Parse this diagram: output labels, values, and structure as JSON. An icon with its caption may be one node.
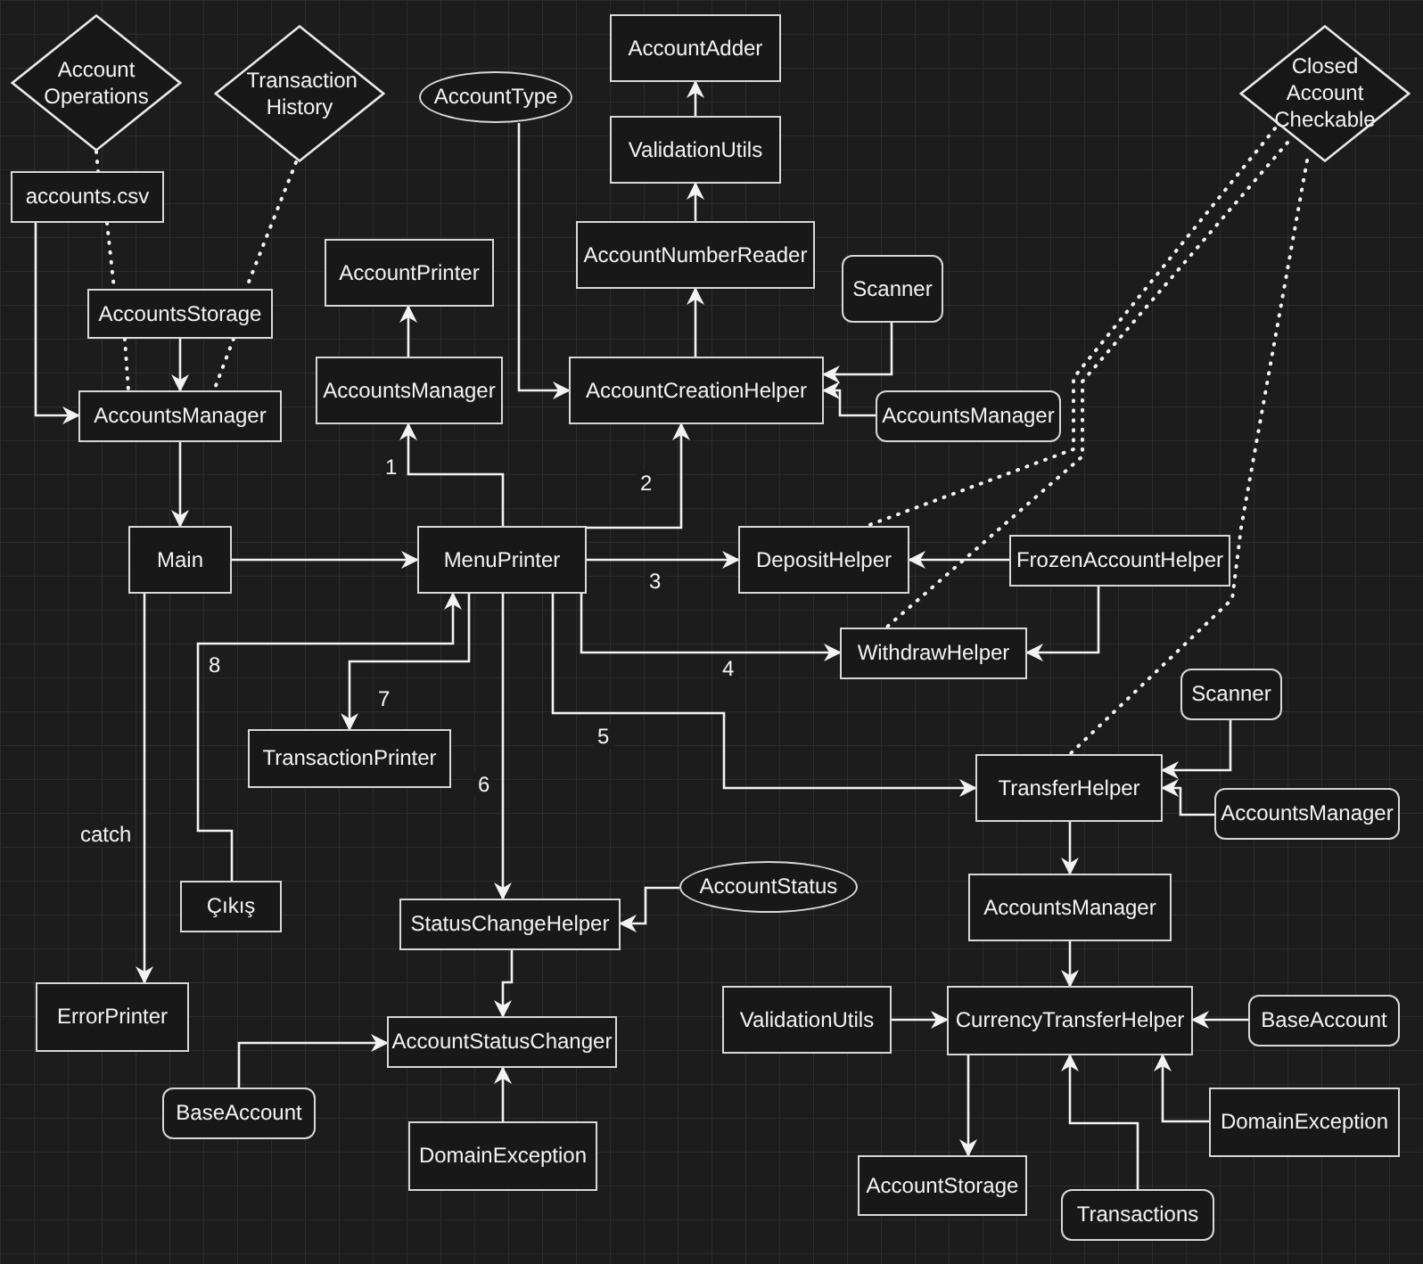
{
  "diagram": {
    "nodes": [
      {
        "text": [
          "Account Operations"
        ]
      },
      {
        "text": [
          "Transaction History"
        ]
      },
      {
        "text": [
          "AccountType"
        ]
      },
      {
        "text": [
          "AccountAdder"
        ]
      },
      {
        "text": [
          "ValidationUtils"
        ]
      },
      {
        "text": [
          "AccountNumberReader"
        ]
      },
      {
        "text": [
          "Closed Account Checkable"
        ]
      },
      {
        "text": [
          "accounts.csv"
        ]
      },
      {
        "text": [
          "AccountPrinter"
        ]
      },
      {
        "text": [
          "Scanner"
        ]
      },
      {
        "text": [
          "AccountsStorage"
        ]
      },
      {
        "text": [
          "AccountsManager"
        ]
      },
      {
        "text": [
          "AccountsManager"
        ]
      },
      {
        "text": [
          "AccountCreationHelper"
        ]
      },
      {
        "text": [
          "AccountsManager"
        ]
      },
      {
        "text": [
          "Main"
        ]
      },
      {
        "text": [
          "MenuPrinter"
        ]
      },
      {
        "text": [
          "DepositHelper"
        ]
      },
      {
        "text": [
          "FrozenAccountHelper"
        ]
      },
      {
        "text": [
          "WithdrawHelper"
        ]
      },
      {
        "text": [
          "TransactionPrinter"
        ]
      },
      {
        "text": [
          "Scanner"
        ]
      },
      {
        "text": [
          "TransferHelper"
        ]
      },
      {
        "text": [
          "AccountsManager"
        ]
      },
      {
        "text": [
          "Çıkış"
        ]
      },
      {
        "text": [
          "AccountStatus"
        ]
      },
      {
        "text": [
          "StatusChangeHelper"
        ]
      },
      {
        "text": [
          "AccountsManager"
        ]
      },
      {
        "text": [
          "ErrorPrinter"
        ]
      },
      {
        "text": [
          "ValidationUtils"
        ]
      },
      {
        "text": [
          "CurrencyTransferHelper"
        ]
      },
      {
        "text": [
          "BaseAccount"
        ]
      },
      {
        "text": [
          "AccountStatusChanger"
        ]
      },
      {
        "text": [
          "BaseAccount"
        ]
      },
      {
        "text": [
          "DomainException"
        ]
      },
      {
        "text": [
          "DomainException"
        ]
      },
      {
        "text": [
          "AccountStorage"
        ]
      },
      {
        "text": [
          "Transactions"
        ]
      }
    ],
    "edges": [
      {
        "from": 7,
        "to": 11,
        "arrow": "to"
      },
      {
        "from": 10,
        "to": 11,
        "arrow": "to"
      },
      {
        "from": 0,
        "to": 7,
        "arrow": "none",
        "style": "dashed"
      },
      {
        "from": 7,
        "to": 10,
        "arrow": "none",
        "style": "dashed"
      },
      {
        "from": 10,
        "to": 11,
        "arrow": "none",
        "style": "dashed"
      },
      {
        "from": 1,
        "to": 10,
        "arrow": "none",
        "style": "dashed"
      },
      {
        "from": 10,
        "to": 11,
        "arrow": "none",
        "style": "dashed"
      },
      {
        "from": 2,
        "to": 13,
        "arrow": "to"
      },
      {
        "from": 13,
        "to": 5,
        "arrow": "to"
      },
      {
        "from": 5,
        "to": 4,
        "arrow": "to"
      },
      {
        "from": 4,
        "to": 3,
        "arrow": "to"
      },
      {
        "from": 12,
        "to": 8,
        "arrow": "to"
      },
      {
        "from": 16,
        "to": 12,
        "arrow": "to",
        "label": "1"
      },
      {
        "from": 16,
        "to": 13,
        "arrow": "to",
        "label": "2"
      },
      {
        "from": 9,
        "to": 13,
        "arrow": "to"
      },
      {
        "from": 14,
        "to": 13,
        "arrow": "to"
      },
      {
        "from": 11,
        "to": 15,
        "arrow": "to"
      },
      {
        "from": 15,
        "to": 16,
        "arrow": "to"
      },
      {
        "from": 16,
        "to": 17,
        "arrow": "to",
        "label": "3"
      },
      {
        "from": 16,
        "to": 19,
        "arrow": "to",
        "label": "4"
      },
      {
        "from": 16,
        "to": 22,
        "arrow": "to",
        "label": "5"
      },
      {
        "from": 16,
        "to": 26,
        "arrow": "to",
        "label": "6"
      },
      {
        "from": 16,
        "to": 20,
        "arrow": "to",
        "label": "7"
      },
      {
        "from": 24,
        "to": 16,
        "arrow": "to",
        "label": "8"
      },
      {
        "from": 15,
        "to": 28,
        "arrow": "to",
        "label": "catch"
      },
      {
        "from": 18,
        "to": 17,
        "arrow": "to"
      },
      {
        "from": 18,
        "to": 19,
        "arrow": "to"
      },
      {
        "from": 6,
        "to": 17,
        "arrow": "none",
        "style": "dashed"
      },
      {
        "from": 6,
        "to": 19,
        "arrow": "none",
        "style": "dashed"
      },
      {
        "from": 6,
        "to": 22,
        "arrow": "none",
        "style": "dashed"
      },
      {
        "from": 21,
        "to": 22,
        "arrow": "to"
      },
      {
        "from": 23,
        "to": 22,
        "arrow": "to"
      },
      {
        "from": 22,
        "to": 27,
        "arrow": "to"
      },
      {
        "from": 27,
        "to": 30,
        "arrow": "to"
      },
      {
        "from": 29,
        "to": 30,
        "arrow": "to"
      },
      {
        "from": 31,
        "to": 30,
        "arrow": "to"
      },
      {
        "from": 30,
        "to": 36,
        "arrow": "to"
      },
      {
        "from": 37,
        "to": 30,
        "arrow": "to"
      },
      {
        "from": 34,
        "to": 30,
        "arrow": "to"
      },
      {
        "from": 25,
        "to": 26,
        "arrow": "to"
      },
      {
        "from": 26,
        "to": 32,
        "arrow": "to"
      },
      {
        "from": 33,
        "to": 32,
        "arrow": "to"
      },
      {
        "from": 35,
        "to": 32,
        "arrow": "to"
      }
    ]
  }
}
